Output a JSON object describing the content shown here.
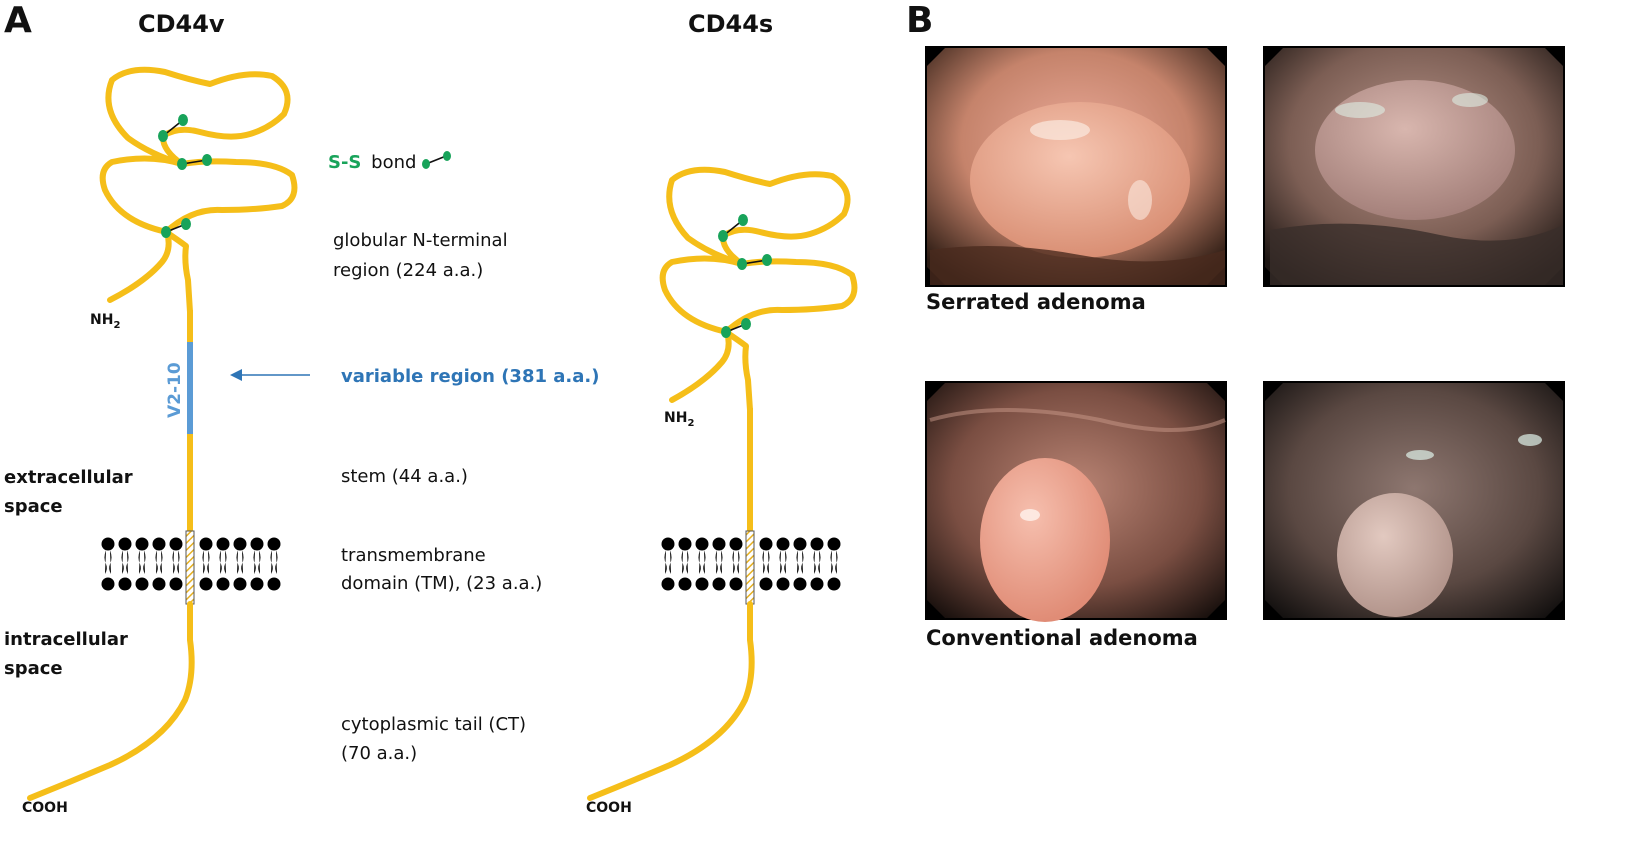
{
  "panel_a": {
    "letter": "A",
    "cd44v_title": "CD44v",
    "cd44s_title": "CD44s",
    "ss_bond_prefix": "S-S",
    "ss_bond_suffix": "bond",
    "globular_line1": "globular N-terminal",
    "globular_line2": "region (224 a.a.)",
    "variable_region": "variable region (381 a.a.)",
    "v_label": "V2-10",
    "stem": "stem (44 a.a.)",
    "tm_line1": "transmembrane",
    "tm_line2": "domain (TM), (23 a.a.)",
    "ct_line1": "cytoplasmic tail (CT)",
    "ct_line2": "(70 a.a.)",
    "extracellular_line1": "extracellular",
    "extracellular_line2": "space",
    "intracellular_line1": "intracellular",
    "intracellular_line2": "space",
    "nh2_main": "NH",
    "nh2_sub": "2",
    "cooh": "COOH"
  },
  "panel_b": {
    "letter": "B",
    "serrated_label": "Serrated adenoma",
    "conventional_label": "Conventional adenoma"
  },
  "colors": {
    "protein": "#F5BE19",
    "variable": "#5B9BD5",
    "bond": "#18A35A",
    "variable_text": "#2E75B6"
  }
}
